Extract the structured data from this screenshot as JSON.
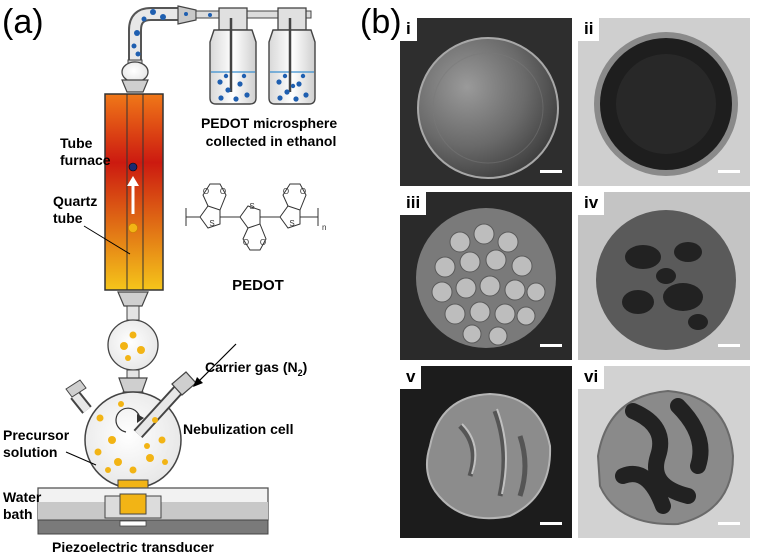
{
  "panel_a": {
    "label": "(a)",
    "tube_furnace": "Tube\nfurnace",
    "quartz_tube": "Quartz\ntube",
    "collection": "PEDOT microsphere\ncollected in ethanol",
    "polymer": "PEDOT",
    "carrier_gas": "Carrier gas (N",
    "carrier_gas_sub": "2",
    "carrier_gas_end": ")",
    "nebulization": "Nebulization cell",
    "precursor": "Precursor\nsolution",
    "water_bath": "Water\nbath",
    "transducer": "Piezoelectric transducer",
    "repeat_n": "n"
  },
  "panel_b": {
    "label": "(b)",
    "images": [
      {
        "tag": "i",
        "kind": "sem-smooth"
      },
      {
        "tag": "ii",
        "kind": "tem-hollow"
      },
      {
        "tag": "iii",
        "kind": "sem-granular"
      },
      {
        "tag": "iv",
        "kind": "tem-porous"
      },
      {
        "tag": "v",
        "kind": "sem-wrinkled"
      },
      {
        "tag": "vi",
        "kind": "tem-wrinkled"
      }
    ]
  },
  "colors": {
    "furnace_top": "#f07818",
    "furnace_mid": "#cc1a10",
    "furnace_bottom": "#f5c51a",
    "droplet": "#f2b415",
    "particle": "#1f5fb0"
  }
}
